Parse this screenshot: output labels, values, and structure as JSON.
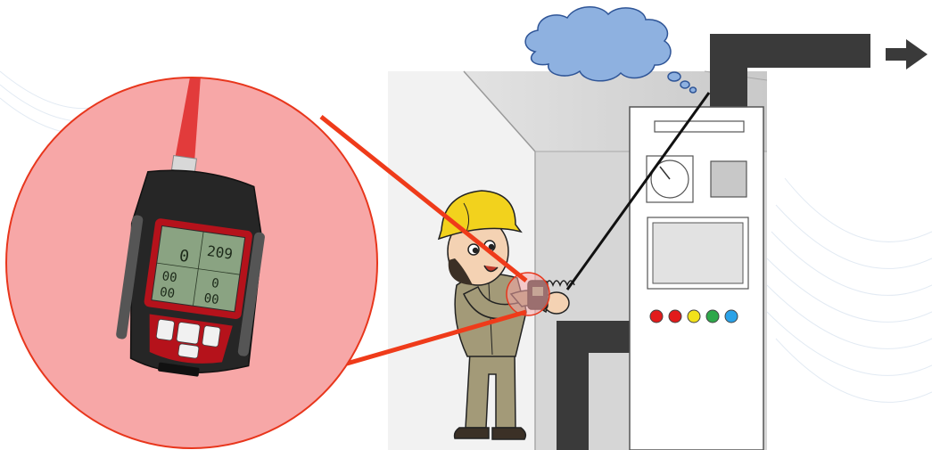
{
  "screen": {
    "upper_values": [
      "0",
      "209"
    ],
    "lower_values": [
      "00",
      "0",
      "00",
      "00"
    ]
  },
  "colors": {
    "magnifier_fill": "#f7a7a7",
    "magnifier_stroke": "#e8361c",
    "callout_line": "#ef3b1a",
    "duct": "#3a3a3a",
    "cloud": "#8eb1e0",
    "helmet": "#f2d21d",
    "uniform": "#a39a78",
    "panel_lights": [
      "#e21b1b",
      "#e21b1b",
      "#f2e21a",
      "#2ea84a",
      "#2aa2e8"
    ]
  },
  "icons": [
    "thought-cloud-icon",
    "arrow-right-icon",
    "gauge-dial-icon"
  ]
}
